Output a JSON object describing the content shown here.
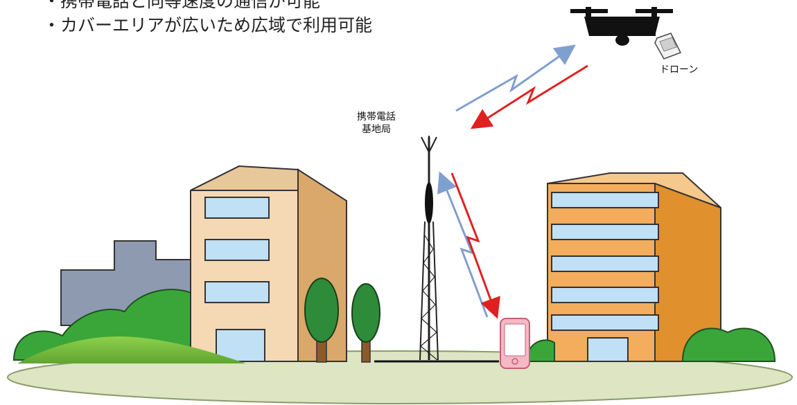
{
  "bullets": [
    "・携帯電話と同等速度の通信が可能",
    "・カバーエリアが広いため広域で利用可能"
  ],
  "labels": {
    "tower_line1": "携帯電話",
    "tower_line2": "基地局",
    "drone": "ドローン"
  },
  "colors": {
    "uplink_arrow": "#7f9fcf",
    "downlink_arrow": "#e02020",
    "ground": "#dde5c2",
    "building_left": "#f5d9b5",
    "building_right": "#f3ad5c",
    "back_building": "#8e9ab0",
    "window": "#bfe0f5",
    "hill": "#7cc143",
    "tree": "#2e8b3a",
    "phone": "#f5b8c4"
  }
}
